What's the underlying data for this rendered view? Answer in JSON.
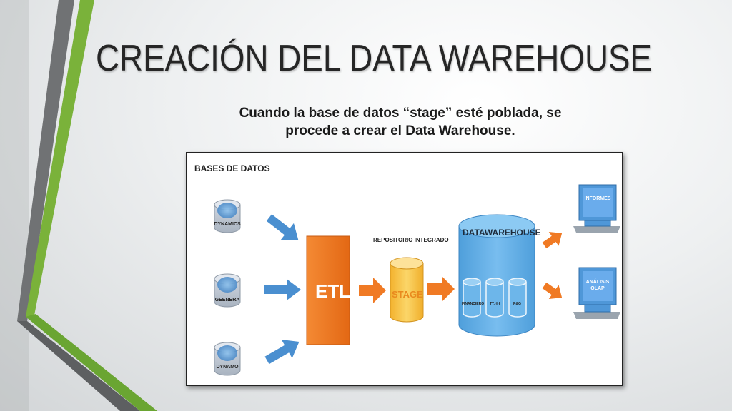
{
  "slide": {
    "title": "CREACIÓN DEL DATA WAREHOUSE",
    "subtitle_line1": "Cuando la base de datos “stage” esté poblada, se",
    "subtitle_line2": "procede a crear el Data Warehouse."
  },
  "diagram": {
    "heading": "BASES DE DATOS",
    "sources": [
      "DYNAMICS",
      "GEENERA",
      "DYNAMO"
    ],
    "etl_label": "ETL",
    "repository_label": "REPOSITORIO INTEGRADO",
    "stage_label": "STAGE",
    "warehouse_label": "DATAWAREHOUSE",
    "marts": [
      "FINANCIERO",
      "TT.HH",
      "P&G"
    ],
    "outputs": [
      "INFORMES",
      "ANÁLISIS OLAP"
    ],
    "colors": {
      "accent_green": "#7ab23a",
      "accent_gray": "#6d6f71",
      "arrow_blue": "#4a8fd0",
      "etl_orange": "#f07a24",
      "stage_yellow": "#f7c23f",
      "warehouse_blue": "#5aa9e0",
      "monitor_blue": "#4f97d8"
    }
  }
}
